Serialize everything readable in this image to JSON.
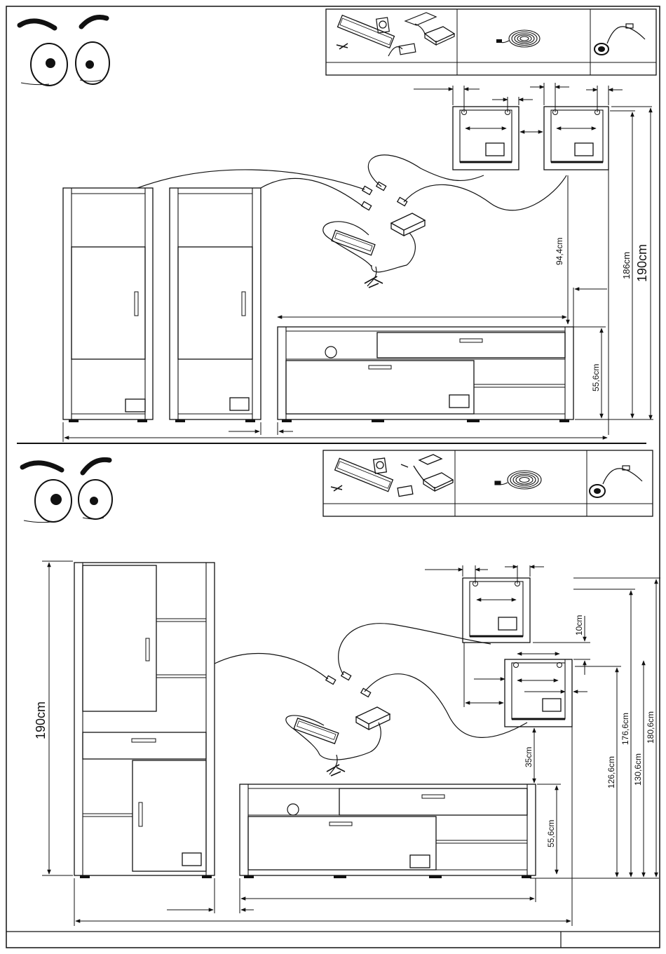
{
  "colors": {
    "stroke": "#111111",
    "paper": "#ffffff"
  },
  "icons": {
    "eyes": "cartoon-eyes-icon",
    "kit": "led-transformer-kit-icon",
    "cable": "coiled-cable-icon",
    "spot": "led-spotlight-icon"
  },
  "top": {
    "dim_94_4": "94,4cm",
    "dim_186": "186cm",
    "dim_190": "190cm",
    "dim_55_6": "55,6cm"
  },
  "bottom": {
    "dim_190": "190cm",
    "dim_10": "10cm",
    "dim_35": "35cm",
    "dim_55_6": "55,6cm",
    "dim_126_6": "126,6cm",
    "dim_176_6": "176,6cm",
    "dim_130_6": "130,6cm",
    "dim_180_6": "180,6cm"
  }
}
